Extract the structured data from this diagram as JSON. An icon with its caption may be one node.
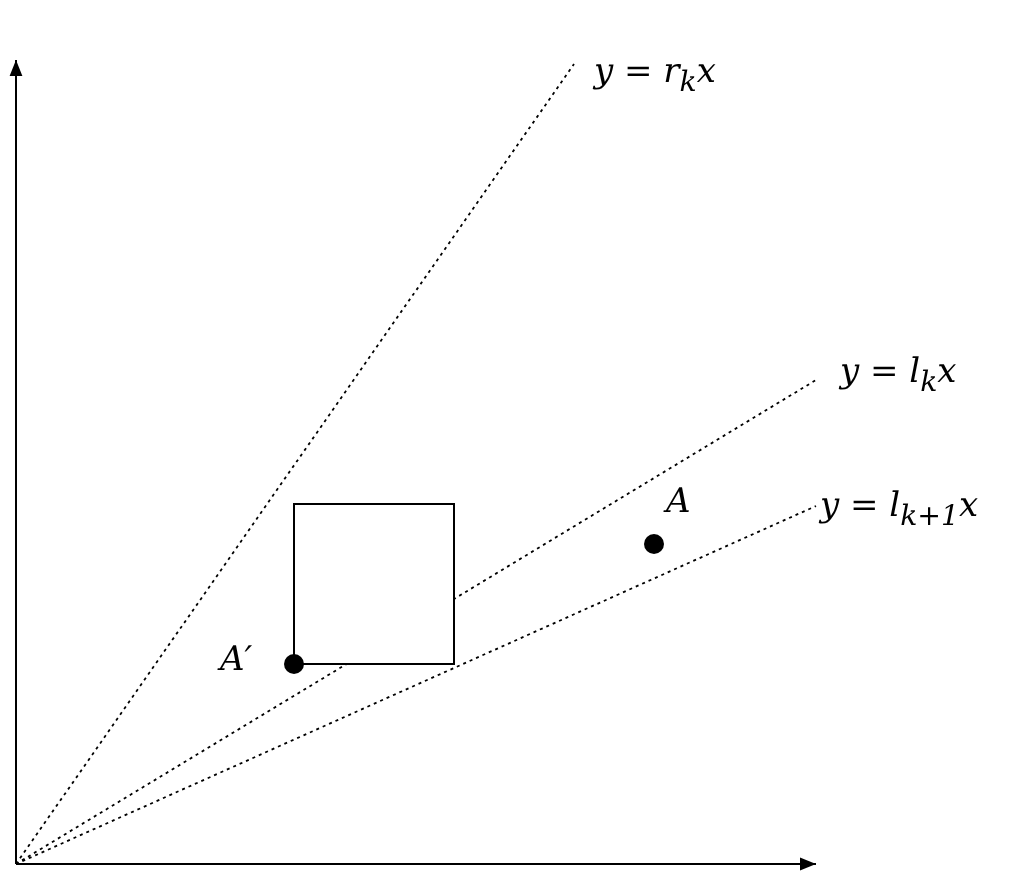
{
  "diagram": {
    "nodes": [
      {
        "text": [],
        "shape": "box"
      },
      {
        "text": [],
        "shape": "circle",
        "beside": [
          "A"
        ]
      },
      {
        "text": [],
        "shape": "circle",
        "beside": [
          "A′"
        ]
      }
    ],
    "edges": [],
    "labels": [
      "y = r$_{k}$x",
      "y = l$_{k}$x",
      "y = l$_{k+1}$x"
    ]
  }
}
